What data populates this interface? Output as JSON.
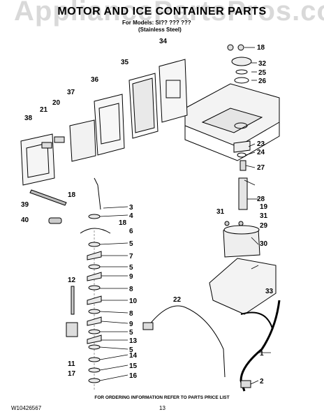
{
  "watermark": "AppliancePartsPros.com",
  "title": "MOTOR AND ICE CONTAINER PARTS",
  "subtitle_line1": "For Models: SI?? ??? ???",
  "subtitle_line2": "(Stainless Steel)",
  "footer": "FOR ORDERING INFORMATION REFER TO PARTS PRICE LIST",
  "doc_number": "W10426567",
  "page_number": "13",
  "callouts": [
    "1",
    "2",
    "3",
    "4",
    "5",
    "6",
    "7",
    "8",
    "9",
    "10",
    "11",
    "12",
    "13",
    "14",
    "15",
    "16",
    "17",
    "18",
    "19",
    "20",
    "21",
    "22",
    "23",
    "24",
    "25",
    "26",
    "27",
    "28",
    "29",
    "30",
    "31",
    "32",
    "33",
    "34",
    "35",
    "36",
    "37",
    "38",
    "39",
    "40"
  ]
}
